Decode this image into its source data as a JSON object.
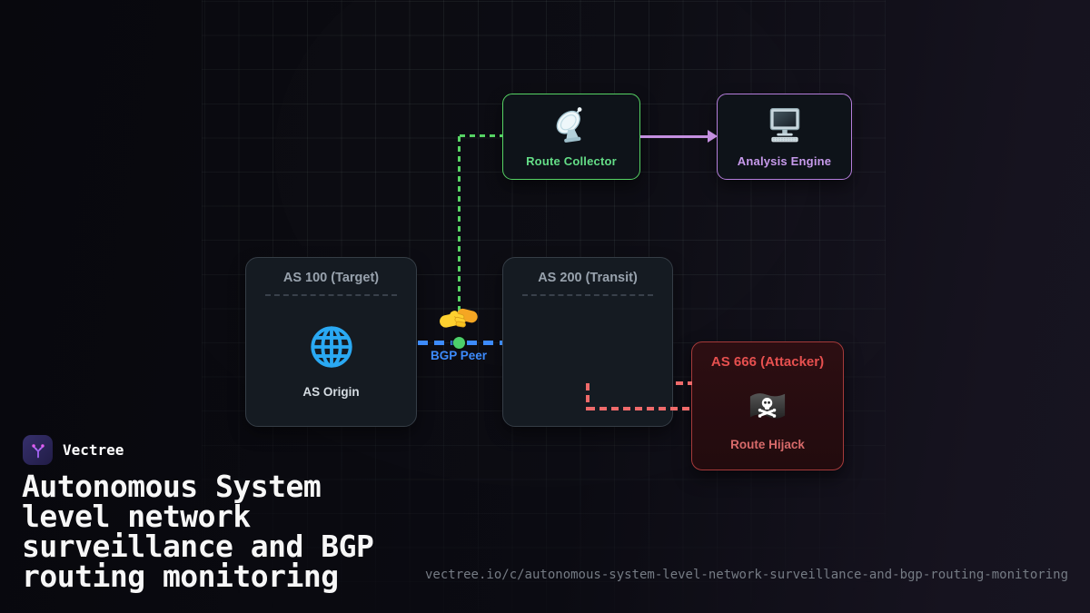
{
  "brand": {
    "name": "Vectree",
    "logo_icon": "vectree-branch-icon"
  },
  "headline": "Autonomous System level network surveillance and BGP routing monitoring",
  "footer": {
    "url": "vectree.io/c/autonomous-system-level-network-surveillance-and-bgp-routing-monitoring"
  },
  "diagram": {
    "nodes": {
      "route_collector": {
        "label": "Route Collector",
        "icon": "satellite-dish-icon"
      },
      "analysis_engine": {
        "label": "Analysis Engine",
        "icon": "desktop-computer-icon"
      },
      "as100": {
        "title": "AS 100 (Target)",
        "item": "AS Origin",
        "icon": "globe-icon"
      },
      "as200": {
        "title": "AS 200 (Transit)"
      },
      "as666": {
        "title": "AS 666 (Attacker)",
        "item": "Route Hijack",
        "icon": "pirate-flag-icon"
      }
    },
    "peer": {
      "label": "BGP Peer",
      "icon": "handshake-icon"
    },
    "colors": {
      "collector_green": "#56d364",
      "collector_label_green": "#64dd87",
      "engine_purple": "#b57edc",
      "engine_label_purple": "#c79aec",
      "arrow_purple": "#c48fe0",
      "bgp_blue": "#3d8bfd",
      "peer_dot_green": "#4ccf6a",
      "attacker_border_red": "#a53a3a",
      "attacker_title_red": "#e6504f",
      "hijack_label_red": "#d76a6a",
      "hijack_dash_salmon": "#ef6a6a",
      "as_title_gray": "#98a2ad",
      "card_bg": "#151b22"
    }
  }
}
